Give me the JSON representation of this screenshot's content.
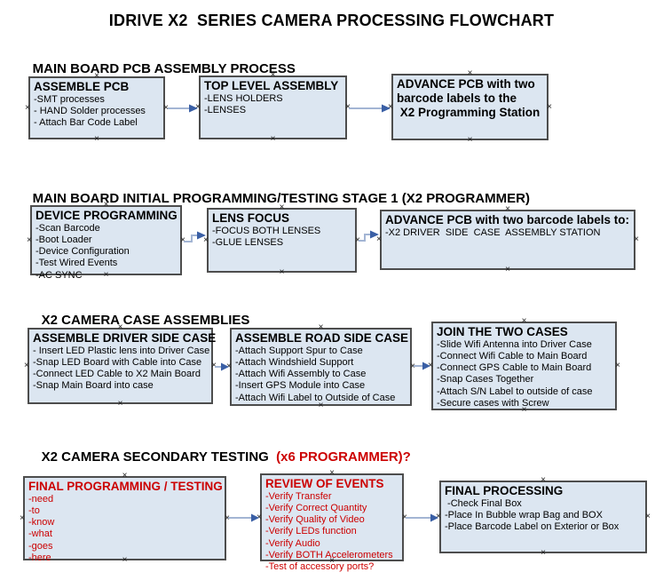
{
  "title": "IDRIVE X2  SERIES CAMERA PROCESSING FLOWCHART",
  "colors": {
    "box_fill": "#dce6f1",
    "box_border": "#4d4d4d",
    "arrow_line": "#a3b5d4",
    "arrow_head": "#3a5fa5",
    "red": "#cc0000"
  },
  "sections": [
    {
      "heading": "MAIN BOARD PCB ASSEMBLY PROCESS",
      "heading_suffix": ""
    },
    {
      "heading": "MAIN BOARD INITIAL PROGRAMMING/TESTING STAGE 1 (X2 PROGRAMMER)",
      "heading_suffix": ""
    },
    {
      "heading": "X2 CAMERA CASE ASSEMBLIES",
      "heading_suffix": ""
    },
    {
      "heading": "X2 CAMERA SECONDARY TESTING  ",
      "heading_suffix": "(x6 PROGRAMMER)?"
    }
  ],
  "boxes": [
    {
      "title_lines": [
        "ASSEMBLE PCB"
      ],
      "items": [
        "-SMT processes",
        "- HAND Solder processes",
        "- Attach Bar Code Label"
      ],
      "red": false
    },
    {
      "title_lines": [
        "TOP LEVEL ASSEMBLY"
      ],
      "items": [
        "-LENS HOLDERS",
        "-LENSES"
      ],
      "red": false
    },
    {
      "title_lines": [
        "ADVANCE PCB with two",
        "barcode labels to the",
        " X2 Programming Station"
      ],
      "items": [],
      "red": false
    },
    {
      "title_lines": [
        "DEVICE PROGRAMMING"
      ],
      "items": [
        "-Scan Barcode",
        "-Boot Loader",
        "-Device Configuration",
        "-Test Wired Events",
        "-AC SYNC"
      ],
      "red": false
    },
    {
      "title_lines": [
        "LENS FOCUS"
      ],
      "items": [
        "-FOCUS BOTH LENSES",
        "-GLUE LENSES"
      ],
      "red": false
    },
    {
      "title_lines": [
        "ADVANCE PCB with two barcode labels to:"
      ],
      "items": [
        "-X2 DRIVER  SIDE  CASE  ASSEMBLY STATION"
      ],
      "red": false
    },
    {
      "title_lines": [
        "ASSEMBLE DRIVER SIDE CASE"
      ],
      "items": [
        "- Insert LED Plastic lens into Driver Case",
        "-Snap LED Board with Cable into Case",
        "-Connect LED Cable to X2 Main Board",
        "-Snap Main Board into case"
      ],
      "red": false
    },
    {
      "title_lines": [
        "ASSEMBLE ROAD SIDE CASE"
      ],
      "items": [
        "-Attach Support Spur to Case",
        "-Attach Windshield Support",
        "-Attach Wifi Assembly to Case",
        "-Insert GPS Module into Case",
        "-Attach Wifi Label to Outside of Case"
      ],
      "red": false
    },
    {
      "title_lines": [
        "JOIN THE TWO CASES"
      ],
      "items": [
        "-Slide Wifi Antenna into Driver Case",
        "-Connect Wifi Cable to Main Board",
        "-Connect GPS Cable to Main Board",
        "-Snap Cases Together",
        "-Attach S/N Label to outside of case",
        "-Secure cases with Screw"
      ],
      "red": false
    },
    {
      "title_lines": [
        "FINAL PROGRAMMING / TESTING"
      ],
      "items": [
        "-need",
        "-to",
        "-know",
        "-what",
        "-goes",
        "-here"
      ],
      "red": true
    },
    {
      "title_lines": [
        "REVIEW OF EVENTS"
      ],
      "items": [
        "-Verify Transfer",
        "-Verify Correct Quantity",
        "-Verify Quality of Video",
        "-Verify LEDs function",
        "-Verify Audio",
        "-Verify BOTH Accelerometers",
        "-Test of accessory ports?"
      ],
      "red": true
    },
    {
      "title_lines": [
        "FINAL PROCESSING"
      ],
      "items": [
        " -Check Final Box",
        "-Place In Bubble wrap Bag and BOX",
        "-Place Barcode Label on Exterior or Box"
      ],
      "red": false
    }
  ]
}
